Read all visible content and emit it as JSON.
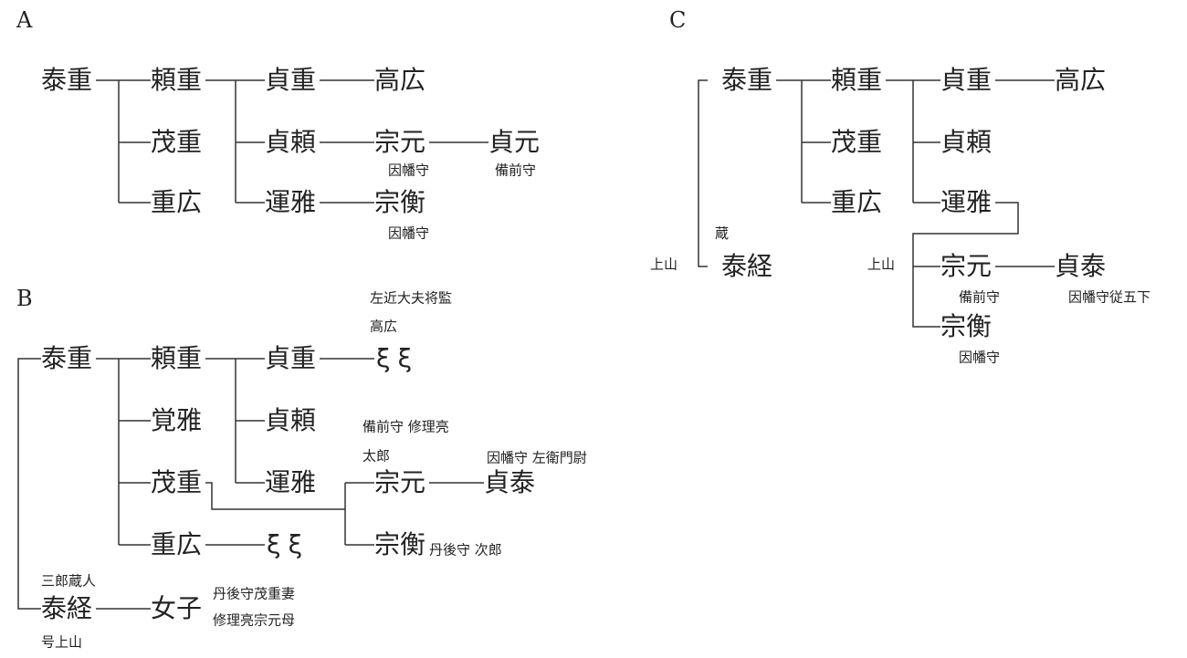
{
  "A": {
    "heading": "A",
    "yasushige": "泰重",
    "yorishige": "頼重",
    "mochishige": "茂重",
    "shigehiro": "重広",
    "sadashige": "貞重",
    "sadayori": "貞頼",
    "unga": "運雅",
    "takahiro": "高広",
    "munemoto": "宗元",
    "sadamoto": "貞元",
    "munemoto_title": "因幡守",
    "sadamoto_title": "備前守",
    "munehira": "宗衡",
    "munehira_title": "因幡守"
  },
  "B": {
    "heading": "B",
    "yasushige": "泰重",
    "yorishige": "頼重",
    "kakuga": "覚雅",
    "mochishige": "茂重",
    "shigehiro": "重広",
    "sadashige": "貞重",
    "sadayori": "貞頼",
    "unga": "運雅",
    "cont1": "ξξ",
    "cont2": "ξξ",
    "takahiro_title": "左近大夫将監",
    "takahiro": "高広",
    "munemoto_title": "備前守 修理亮",
    "munemoto_alias": "太郎",
    "munemoto": "宗元",
    "sadayasu_title": "因幡守 左衛門尉",
    "sadayasu": "貞泰",
    "munehira": "宗衡",
    "munehira_title": "丹後守 次郎",
    "yasutsune_title": "三郎蔵人",
    "yasutsune": "泰経",
    "yasutsune_alias": "号上山",
    "daughter": "女子",
    "daughter_note1": "丹後守茂重妻",
    "daughter_note2": "修理亮宗元母"
  },
  "C": {
    "heading": "C",
    "yasushige": "泰重",
    "yorishige": "頼重",
    "mochishige": "茂重",
    "shigehiro": "重広",
    "sadashige": "貞重",
    "sadayori": "貞頼",
    "unga": "運雅",
    "takahiro": "高広",
    "kura": "蔵",
    "kamiyama1": "上山",
    "yasutsune": "泰経",
    "kamiyama2": "上山",
    "munemoto": "宗元",
    "munemoto_title": "備前守",
    "sadayasu": "貞泰",
    "sadayasu_title": "因幡守従五下",
    "munehira": "宗衡",
    "munehira_title": "因幡守"
  }
}
